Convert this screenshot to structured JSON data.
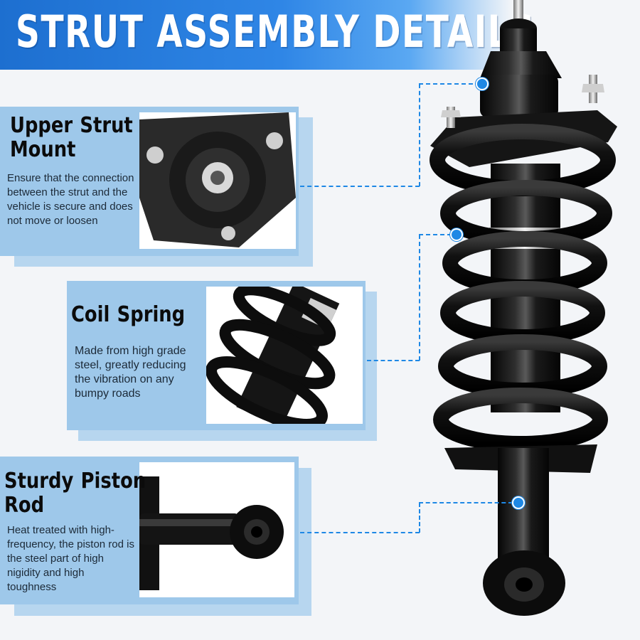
{
  "title": "STRUT ASSEMBLY DETAILS",
  "features": [
    {
      "title_word1": "Upper",
      "title_word2": "Strut",
      "title_line2": "Mount",
      "description": "Ensure that the connection between the strut and the vehicle is secure and does not move or loosen"
    },
    {
      "title_word1": "Coil",
      "title_word2": "Spring",
      "description": "Made from high grade steel, greatly reducing the vibration on any bumpy roads"
    },
    {
      "title_word1": "Sturdy",
      "title_word2": "Piston",
      "title_line2": "Rod",
      "description": "Heat treated with high-frequency, the piston rod is the steel part of high nigidity and high toughness"
    }
  ],
  "icons": {
    "upper_mount_photo": "upper-strut-mount-image",
    "coil_spring_photo": "coil-spring-image",
    "piston_rod_photo": "piston-rod-image",
    "product": "strut-assembly-image"
  },
  "colors": {
    "banner": "#2f86e6",
    "panel": "#9ec8ea",
    "callout": "#1e88e5"
  }
}
